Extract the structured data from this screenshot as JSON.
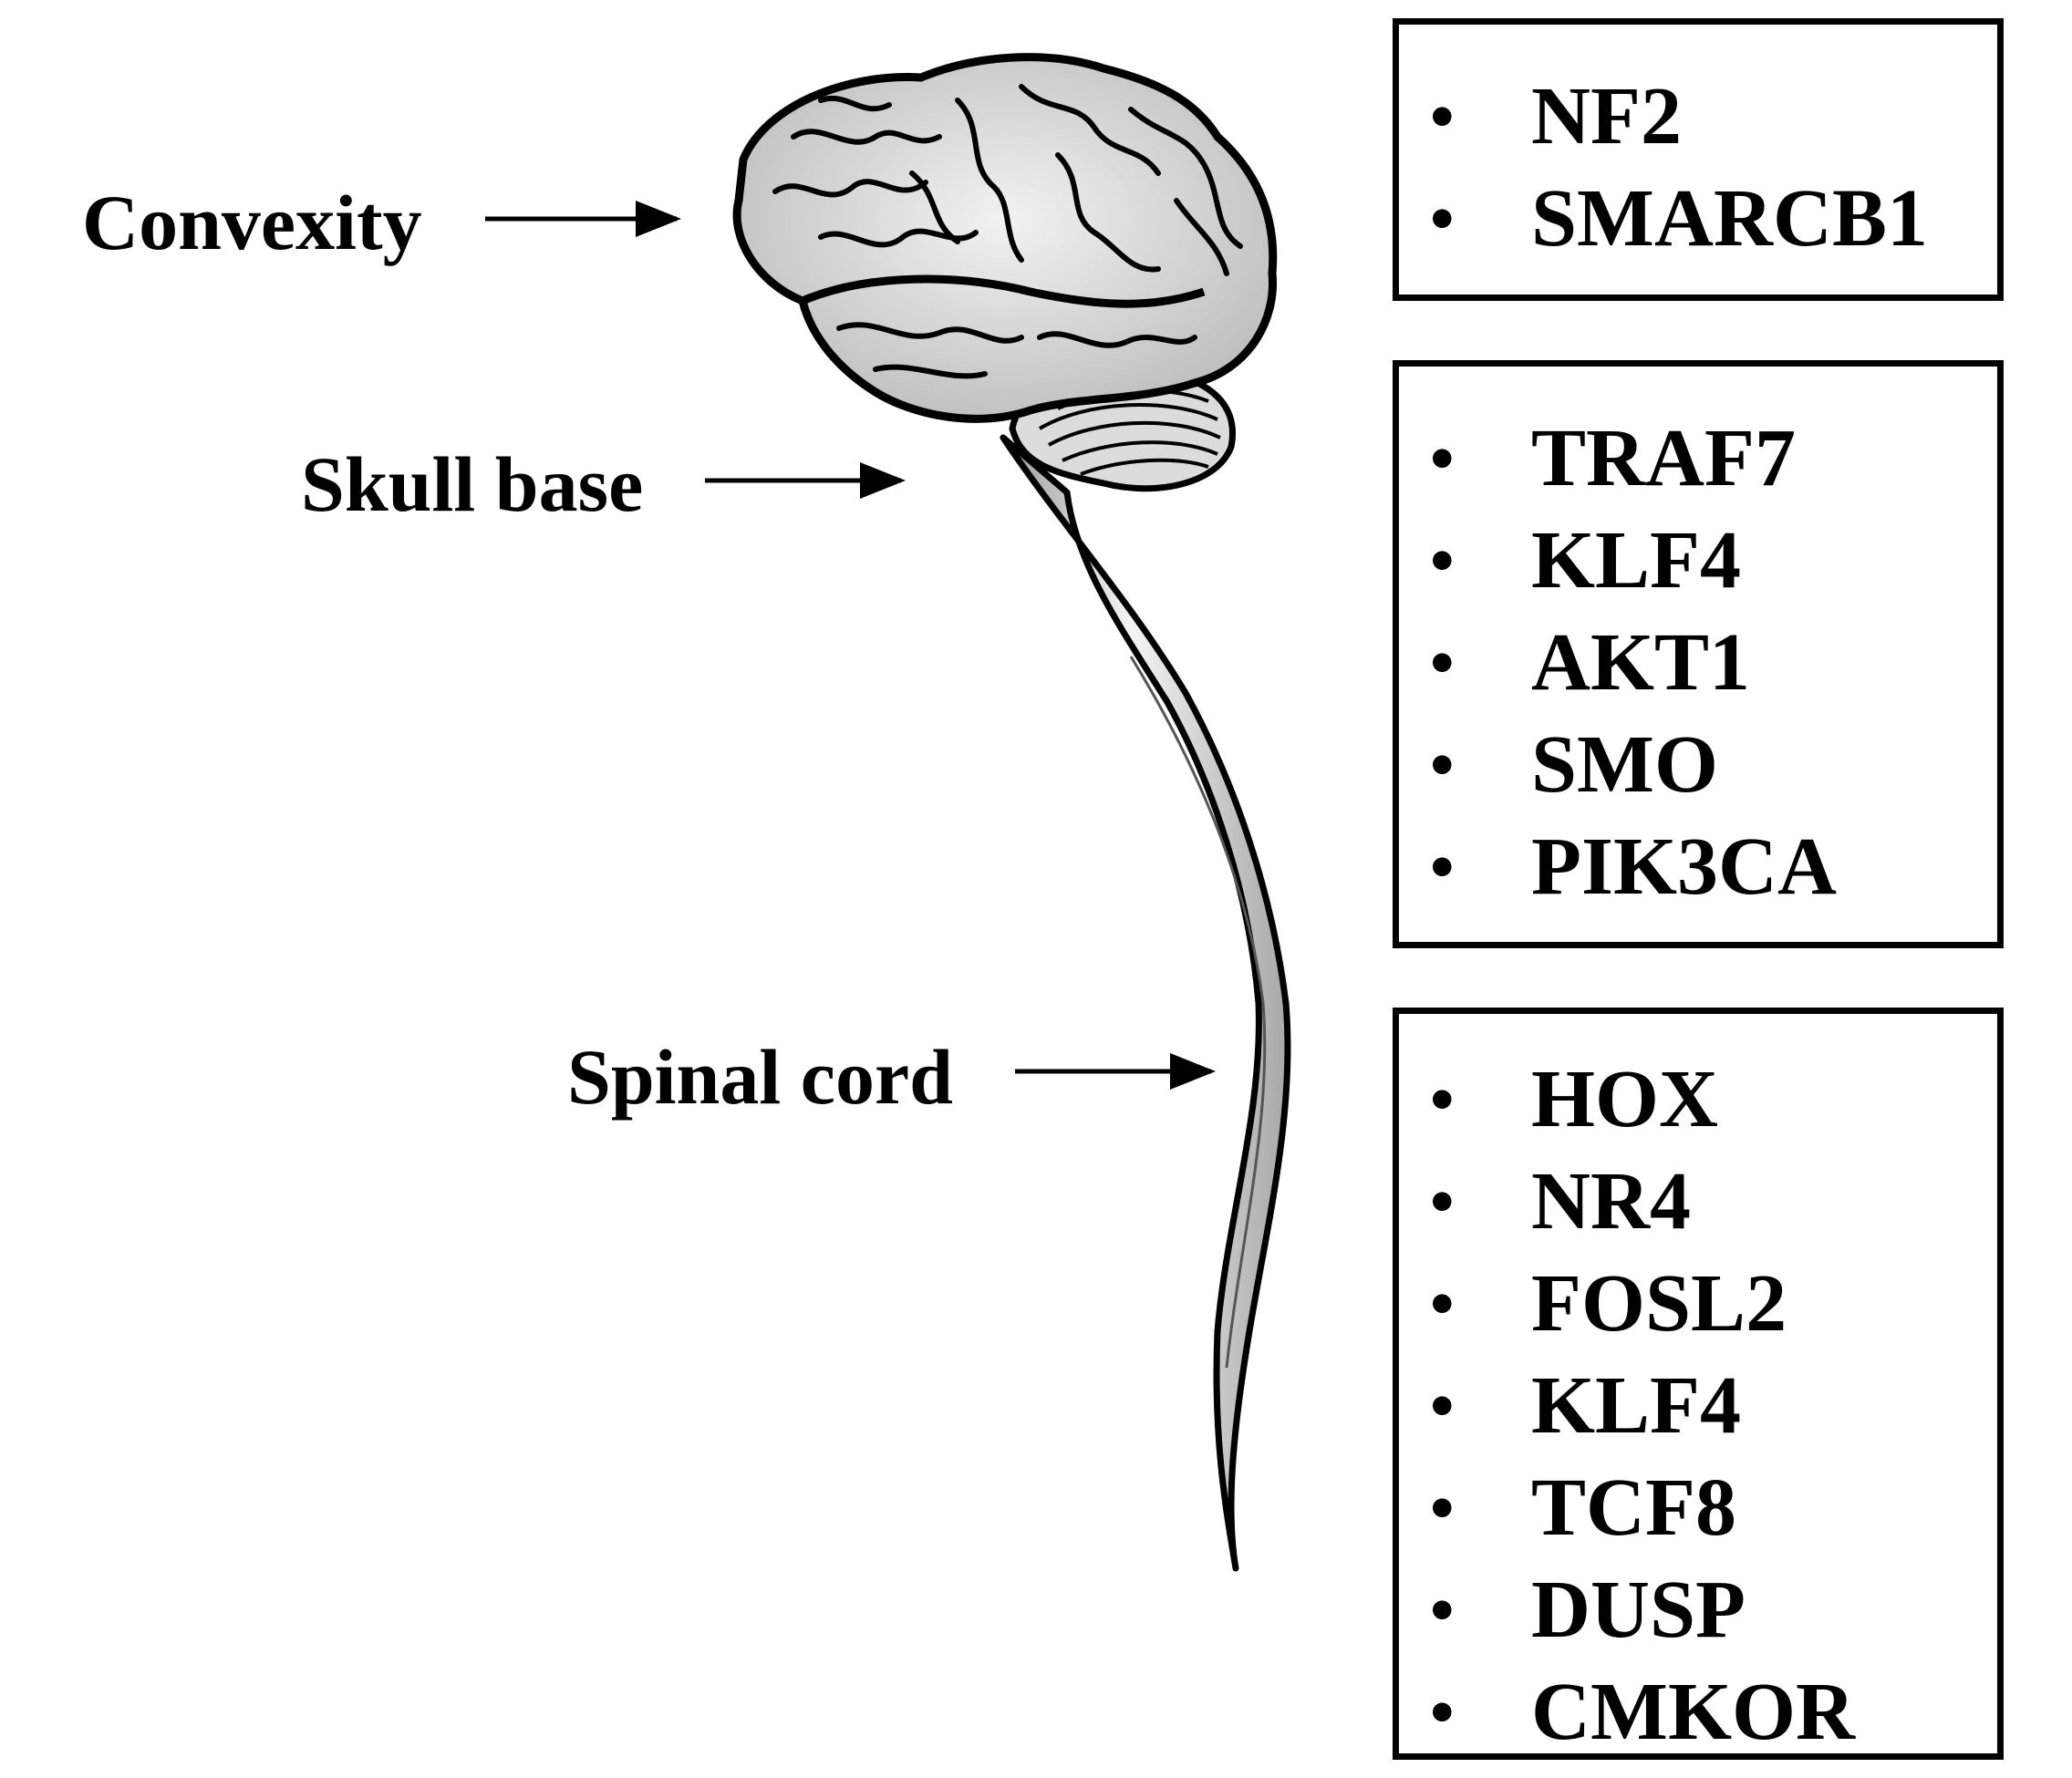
{
  "regions": [
    {
      "label": "Convexity"
    },
    {
      "label": "Skull base"
    },
    {
      "label": "Spinal cord"
    }
  ],
  "boxes": [
    {
      "genes": [
        "NF2",
        "SMARCB1"
      ]
    },
    {
      "genes": [
        "TRAF7",
        "KLF4",
        "AKT1",
        "SMO",
        "PIK3CA"
      ]
    },
    {
      "genes": [
        "HOX",
        "NR4",
        "FOSL2",
        "KLF4",
        "TCF8",
        "DUSP",
        "CMKOR"
      ]
    }
  ],
  "bullet_glyph": "•"
}
